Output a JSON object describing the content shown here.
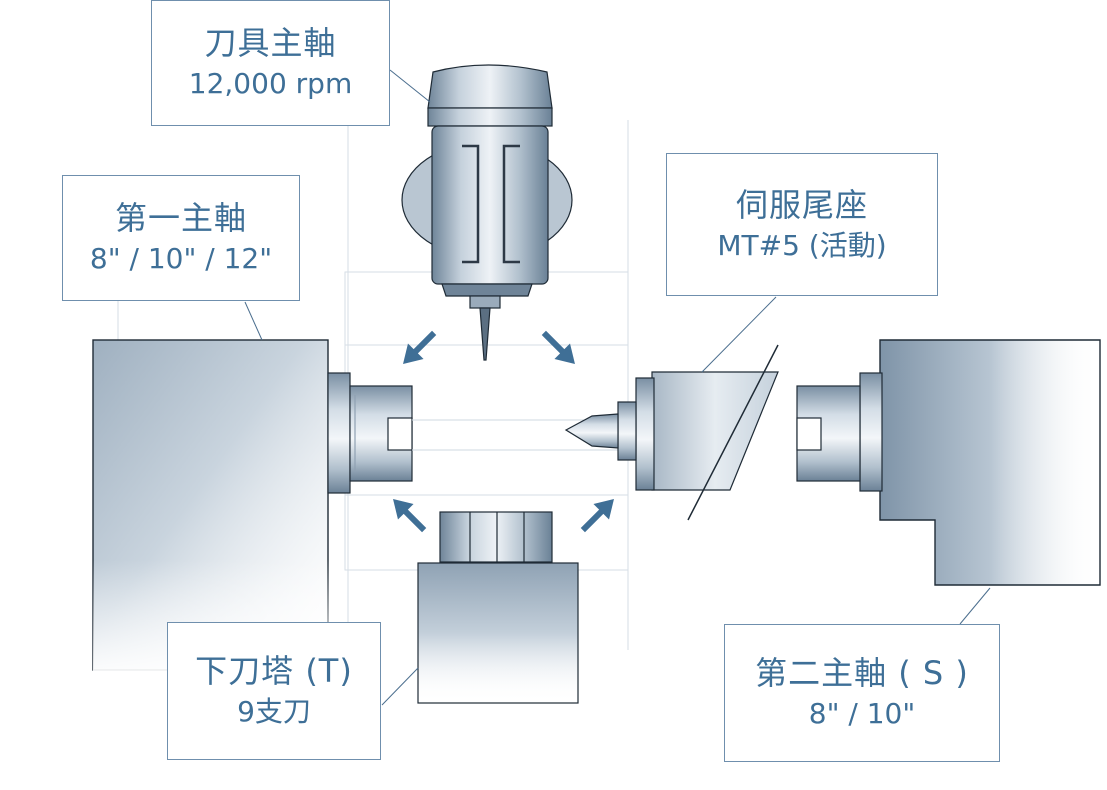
{
  "labels": {
    "tool_spindle": {
      "title": "刀具主軸",
      "spec": "12,000 rpm"
    },
    "main_spindle": {
      "title": "第一主軸",
      "spec": "8\" / 10\" / 12\""
    },
    "tailstock": {
      "title": "伺服尾座",
      "spec": "MT#5 (活動)"
    },
    "lower_turret": {
      "title": "下刀塔 (T)",
      "spec": "9支刀"
    },
    "sub_spindle": {
      "title": "第二主軸 ( S )",
      "spec": "8\" / 10\""
    }
  },
  "colors": {
    "label_text": "#3e6f97",
    "label_border": "#6f8fad",
    "arrow": "#3f6f96",
    "metal_dark": "#7e93a6",
    "metal_light": "#f2f5f8",
    "outline": "#27323d"
  },
  "icons": {
    "arrows": "diagonal-arrow-icons"
  }
}
